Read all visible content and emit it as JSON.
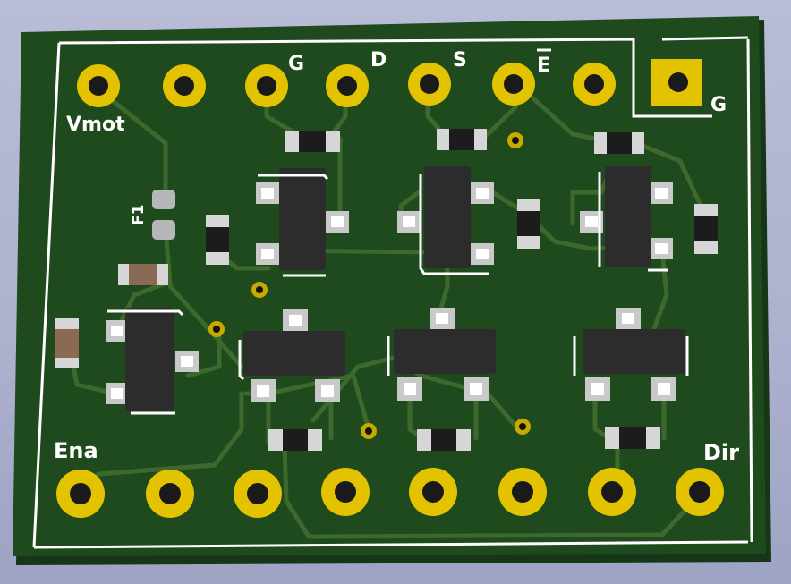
{
  "board": {
    "pin_labels": {
      "vmot": "Vmot",
      "g_top": "G",
      "d": "D",
      "s": "S",
      "e_bar": "E",
      "g_right": "G",
      "ena": "Ena",
      "dir": "Dir",
      "fuse": "F1"
    },
    "colors": {
      "background": "#aeb2cf",
      "solder_mask": "#1e4a1e",
      "trace": "#3d6a2c",
      "copper_pad": "#e3c300",
      "silkscreen": "#ffffff",
      "ic_body": "#2c2c2c",
      "smd_pad": "#c9c9c9"
    }
  }
}
